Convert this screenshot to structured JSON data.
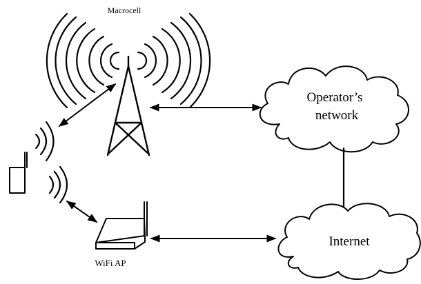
{
  "labels": {
    "macrocell": "Macrocell",
    "operator_line1": "Operator’s",
    "operator_line2": "network",
    "internet": "Internet",
    "wifi_ap": "WiFi AP"
  },
  "icons": {
    "tower": "cell-tower-icon",
    "phone": "mobile-phone-icon",
    "router": "wifi-router-icon",
    "cloud": "cloud-icon"
  },
  "colors": {
    "stroke": "#000000",
    "background": "#ffffff"
  }
}
